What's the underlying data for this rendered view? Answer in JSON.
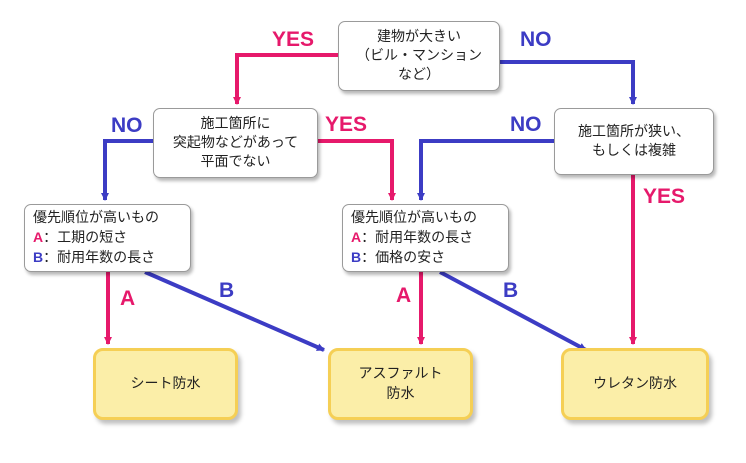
{
  "colors": {
    "yes_path": "#e6196b",
    "no_path": "#3c3cc4",
    "result_fill": "#fbeea8",
    "result_border": "#f5cf55"
  },
  "start": {
    "lines": [
      "建物が大きい",
      "（ビル・マンション",
      "など）"
    ]
  },
  "area_check": {
    "lines": [
      "施工箇所に",
      "突起物などがあって",
      "平面でない"
    ]
  },
  "narrow_check": {
    "lines": [
      "施工箇所が狭い、",
      "もしくは複雑"
    ]
  },
  "priority_left": {
    "title": "優先順位が高いもの",
    "items": [
      {
        "key": "A",
        "sep": "：",
        "text": "工期の短さ"
      },
      {
        "key": "B",
        "sep": "：",
        "text": "耐用年数の長さ"
      }
    ]
  },
  "priority_mid": {
    "title": "優先順位が高いもの",
    "items": [
      {
        "key": "A",
        "sep": "：",
        "text": "耐用年数の長さ"
      },
      {
        "key": "B",
        "sep": "：",
        "text": "価格の安さ"
      }
    ]
  },
  "results": {
    "sheet": {
      "lines": [
        "シート防水"
      ]
    },
    "asphalt": {
      "lines": [
        "アスファルト",
        "防水"
      ]
    },
    "urethane": {
      "lines": [
        "ウレタン防水"
      ]
    }
  },
  "edge_labels": {
    "start_yes": "YES",
    "start_no": "NO",
    "area_no": "NO",
    "area_yes": "YES",
    "narrow_no": "NO",
    "narrow_yes": "YES",
    "left_a": "A",
    "left_b": "B",
    "mid_a": "A",
    "mid_b": "B"
  }
}
